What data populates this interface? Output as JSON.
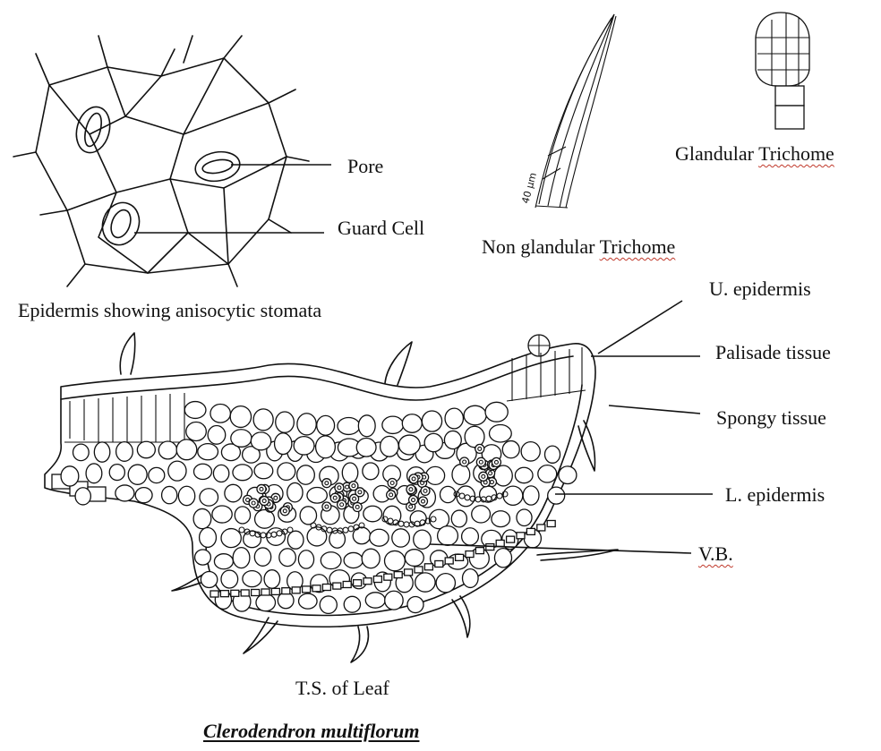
{
  "labels": {
    "pore": "Pore",
    "guard_cell": "Guard Cell",
    "epidermis_caption": "Epidermis showing anisocytic stomata",
    "non_glandular_prefix": "Non glandular ",
    "non_glandular_word": "Trichome",
    "glandular_prefix": "Glandular ",
    "glandular_word": "Trichome",
    "u_epidermis": "U. epidermis",
    "palisade": "Palisade tissue",
    "spongy": "Spongy tissue",
    "l_epidermis": "L. epidermis",
    "vb": "V.B.",
    "ts_caption": "T.S. of Leaf",
    "species": "Clerodendron multiflorum",
    "scale": "40 µm"
  },
  "colors": {
    "ink": "#111111",
    "spell_underline": "#c0392b"
  }
}
